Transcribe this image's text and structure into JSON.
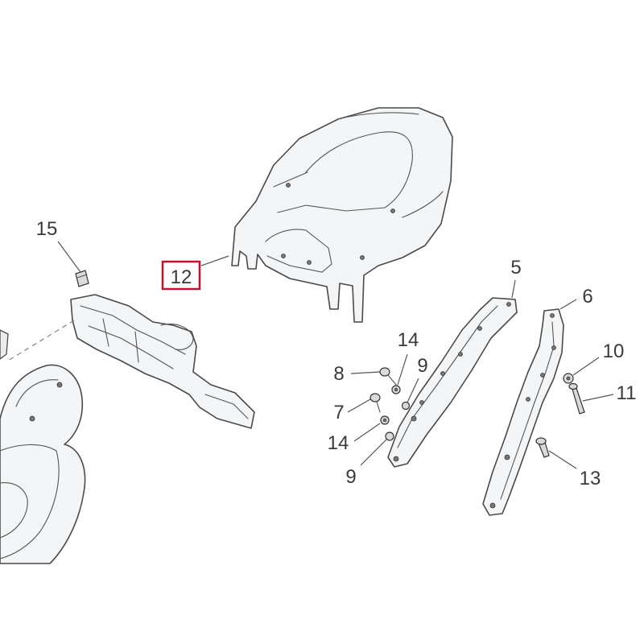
{
  "diagram": {
    "callouts": [
      "15",
      "12",
      "5",
      "6",
      "14",
      "9",
      "8",
      "10",
      "7",
      "11",
      "14",
      "9",
      "13"
    ],
    "highlighted_callout": "12",
    "highlight_color": "#c8102e"
  }
}
